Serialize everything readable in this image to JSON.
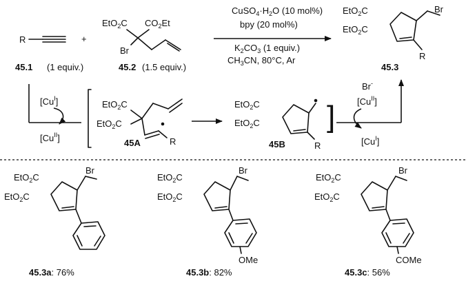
{
  "reaction": {
    "alkyne": {
      "r_label": "R",
      "compound_id": "45.1",
      "equiv": "(1 equiv.)"
    },
    "plus": "+",
    "malonate": {
      "ester_top_left": "EtO",
      "ester_top_left_sub": "2",
      "ester_top_left_tail": "C",
      "ester_top_right": "CO",
      "ester_top_right_sub": "2",
      "ester_top_right_tail": "Et",
      "br": "Br",
      "compound_id": "45.2",
      "equiv": "(1.5 equiv.)"
    },
    "conditions": {
      "catalyst_pre": "CuSO",
      "catalyst_sub": "4",
      "catalyst_post": "·H",
      "catalyst_sub2": "2",
      "catalyst_tail": "O (10 mol%)",
      "ligand": "bpy (20 mol%)",
      "base_pre": "K",
      "base_sub": "2",
      "base_mid": "CO",
      "base_sub2": "3",
      "base_tail": " (1 equiv.)",
      "solvent": "CH",
      "solvent_sub": "3",
      "solvent_tail": "CN, 80°C, Ar"
    },
    "product": {
      "compound_id": "45.3",
      "br": "Br",
      "r_label": "R"
    }
  },
  "mechanism": {
    "cu_i_left": "[Cu",
    "cu_i_left_sup": "I",
    "cu_ii_left": "[Cu",
    "cu_ii_left_sup": "II",
    "intermediate_a": "45A",
    "intermediate_a_r": "R",
    "intermediate_b": "45B",
    "intermediate_b_r": "R",
    "br_anion": "Br",
    "br_anion_sup": "-",
    "cu_ii_right": "[Cu",
    "cu_ii_right_sup": "II",
    "cu_i_right": "[Cu",
    "cu_i_right_sup": "I",
    "close_bracket": "]"
  },
  "common": {
    "eto2c": "EtO",
    "eto2c_sub": "2",
    "eto2c_tail": "C",
    "br": "Br"
  },
  "examples": [
    {
      "id": "45.3a",
      "yield": ": 76%",
      "substituent": ""
    },
    {
      "id": "45.3b",
      "yield": ": 82%",
      "substituent": "OMe"
    },
    {
      "id": "45.3c",
      "yield": ": 56%",
      "substituent": "COMe"
    }
  ]
}
